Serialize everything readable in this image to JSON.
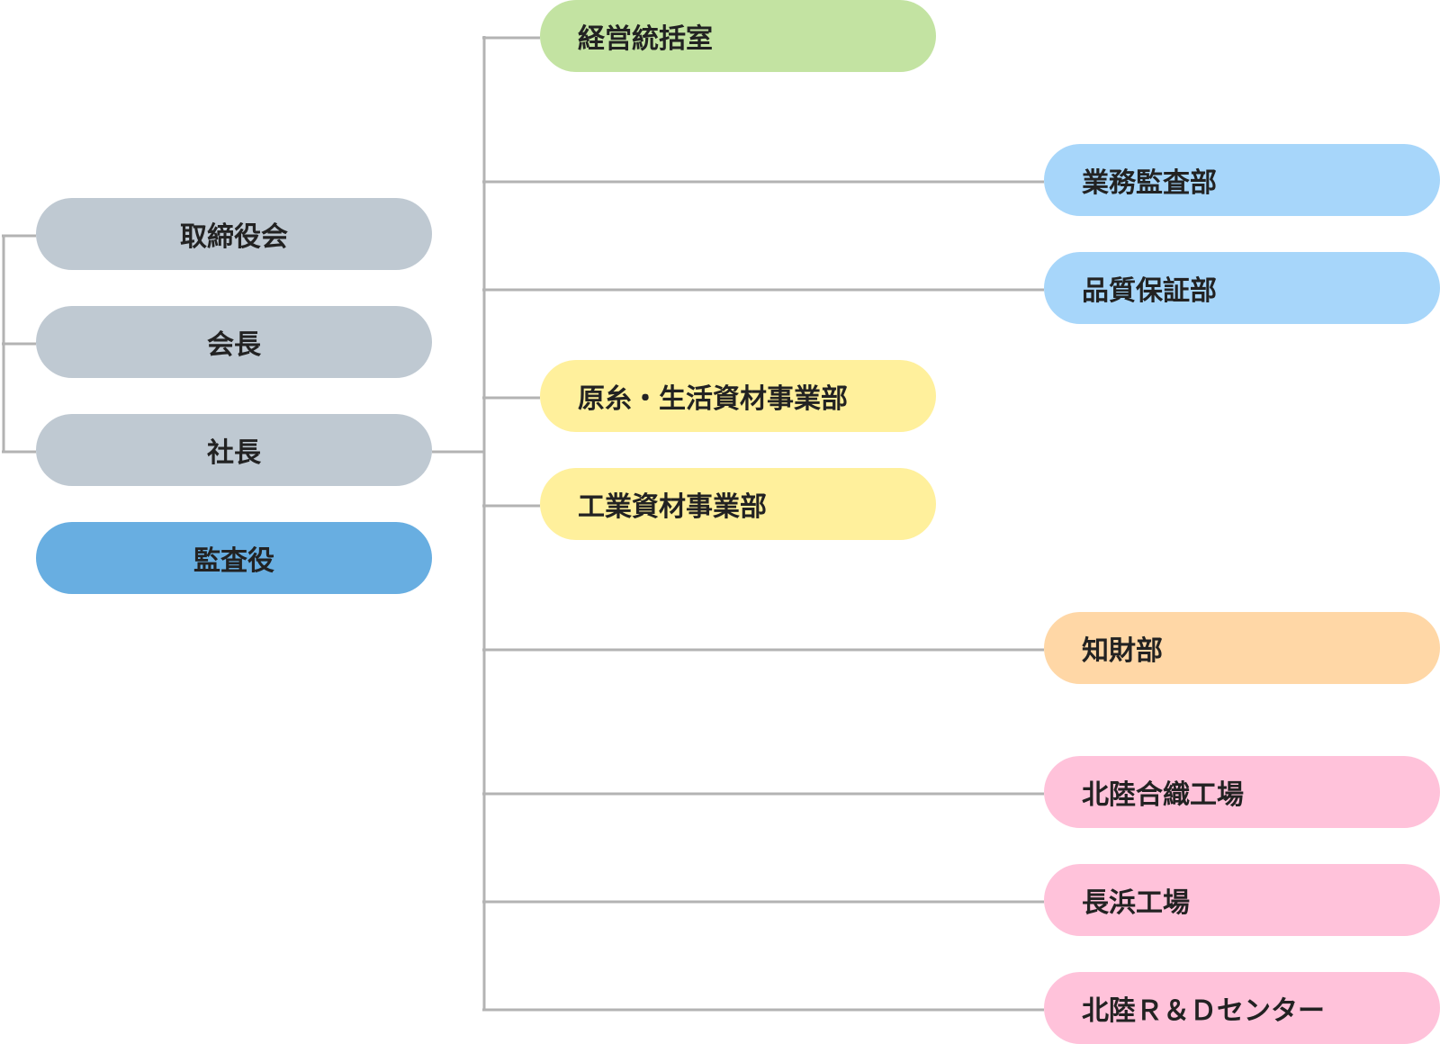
{
  "colors": {
    "gray": "#bfc9d2",
    "blue_dark": "#68aee1",
    "green": "#c3e3a2",
    "blue_light": "#a7d6fa",
    "yellow": "#fff09c",
    "orange": "#ffd7a6",
    "pink": "#ffc2da",
    "connector": "#b3b3b3"
  },
  "executive": {
    "board": "取締役会",
    "chairman": "会長",
    "president": "社長",
    "auditor": "監査役"
  },
  "departments": {
    "management_office": "経営統括室",
    "business_audit": "業務監査部",
    "quality_assurance": "品質保証部",
    "yarn_materials": "原糸・生活資材事業部",
    "industrial_materials": "工業資材事業部",
    "ip": "知財部",
    "hokuriku_weaving": "北陸合織工場",
    "nagahama_factory": "長浜工場",
    "hokuriku_rd": "北陸Ｒ＆Ｄセンター"
  }
}
